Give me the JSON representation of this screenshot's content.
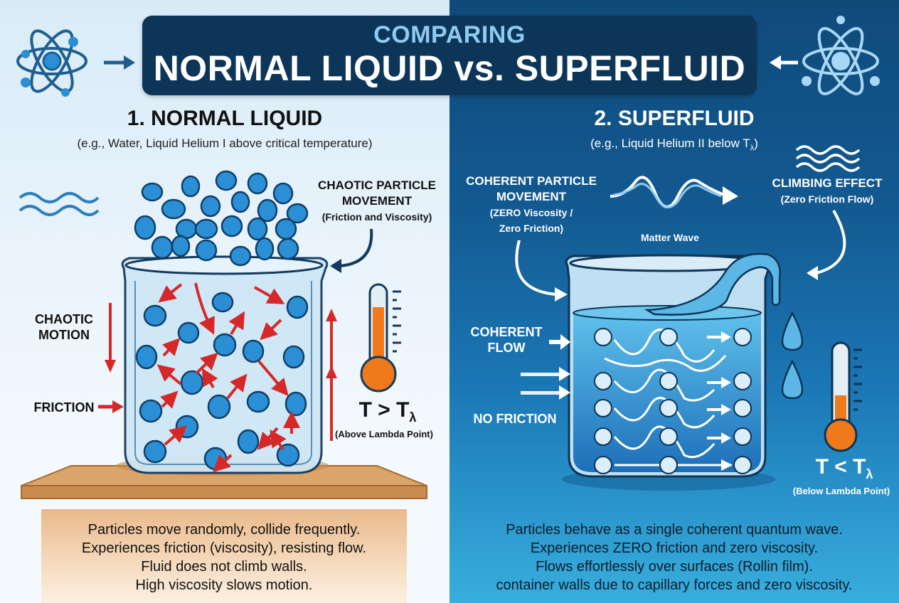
{
  "header": {
    "subtitle": "COMPARING",
    "title": "NORMAL LIQUID vs. SUPERFLUID"
  },
  "left": {
    "title": "1. NORMAL LIQUID",
    "subtitle": "(e.g., Water, Liquid Helium I above critical temperature)",
    "callout_title_line1": "CHAOTIC PARTICLE",
    "callout_title_line2": "MOVEMENT",
    "callout_sub": "(Friction and Viscosity)",
    "label_chaotic_line1": "CHAOTIC",
    "label_chaotic_line2": "MOTION",
    "label_friction": "FRICTION",
    "temp_main": "T > T",
    "temp_sub_symbol": "λ",
    "temp_caption": "(Above Lambda Point)",
    "description": [
      "Particles move randomly, collide frequently.",
      "Experiences friction (viscosity), resisting flow.",
      "Fluid does not climb walls.",
      "High viscosity slows motion."
    ]
  },
  "right": {
    "title": "2. SUPERFLUID",
    "subtitle": "(e.g., Liquid Helium II below T",
    "subtitle_symbol": "λ",
    "subtitle_end": ")",
    "callout_title_line1": "COHERENT PARTICLE",
    "callout_title_line2": "MOVEMENT",
    "callout_sub_line1": "(ZERO Viscosity /",
    "callout_sub_line2": "Zero Friction)",
    "matter_wave": "Matter Wave",
    "climbing_title": "CLIMBING EFFECT",
    "climbing_sub": "(Zero Friction Flow)",
    "label_coherent_line1": "COHERENT",
    "label_coherent_line2": "FLOW",
    "label_no_friction": "NO FRICTION",
    "temp_main": "T < T",
    "temp_sub_symbol": "λ",
    "temp_caption": "(Below Lambda Point)",
    "description": [
      "Particles behave as a single coherent quantum wave.",
      "Experiences ZERO friction and zero viscosity.",
      "Flows effortlessly over surfaces (Rollin film).",
      "container walls due to capillary forces and zero viscosity."
    ]
  },
  "colors": {
    "banner_bg": "#0c3557",
    "banner_sub": "#8ecbf2",
    "left_bg": "#e3f0f9",
    "right_bg_top": "#0f4a7a",
    "right_bg_bottom": "#38aedd",
    "particle_blue": "#2b8fd6",
    "arrow_red": "#d62828",
    "thermo_orange": "#f07a1a",
    "table_wood": "#d9a066"
  }
}
